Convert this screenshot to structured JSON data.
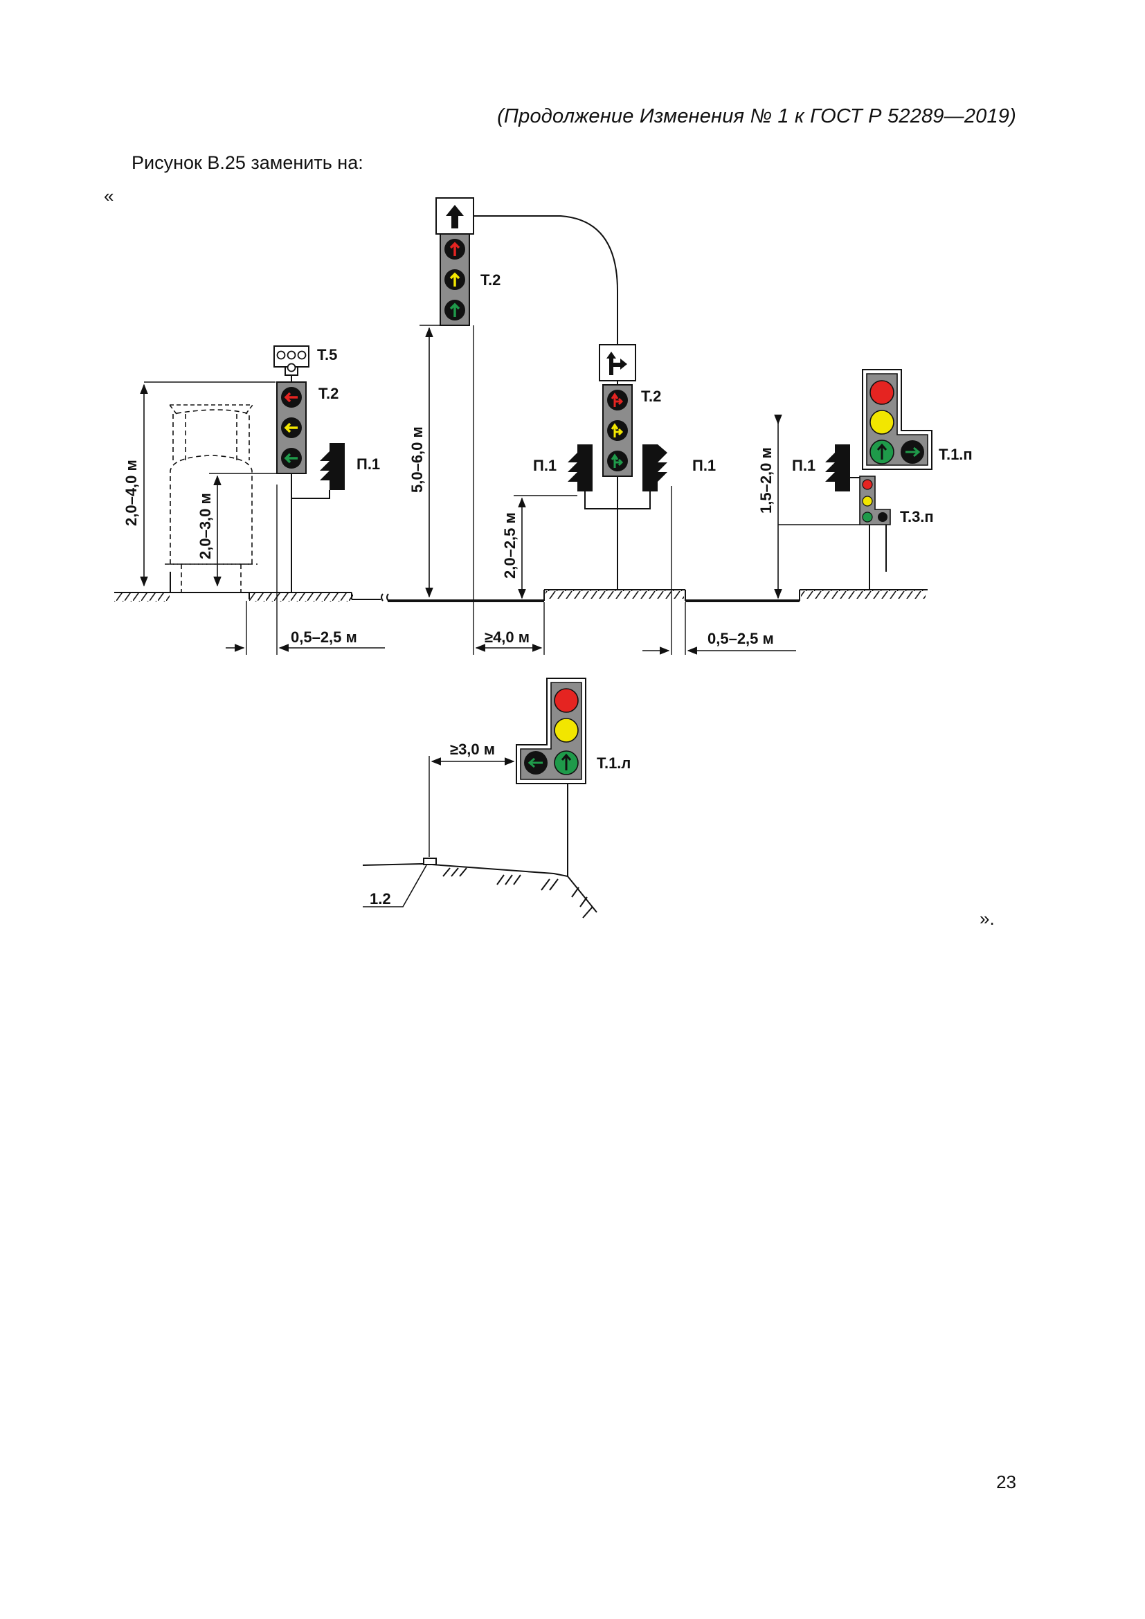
{
  "header": {
    "continuation": "(Продолжение Изменения № 1 к ГОСТ Р 52289—2019)"
  },
  "intro": {
    "text": "Рисунок В.25 заменить на:"
  },
  "quotes": {
    "open": "«",
    "close": "»."
  },
  "figure": {
    "labels": {
      "t5": "Т.5",
      "t2_left": "Т.2",
      "t2_top": "Т.2",
      "t2_mid": "Т.2",
      "p1_left": "П.1",
      "p1_mid_left": "П.1",
      "p1_mid_right": "П.1",
      "p1_right": "П.1",
      "t1p": "Т.1.п",
      "t3p": "Т.3.п",
      "t1l": "Т.1.л",
      "marking": "1.2"
    },
    "dimensions": {
      "h_2_4": "2,0–4,0 м",
      "h_2_3": "2,0–3,0 м",
      "h_5_6": "5,0–6,0 м",
      "h_2_25": "2,0–2,5 м",
      "h_15_2": "1,5–2,0 м",
      "w_05_25_left": "0,5–2,5 м",
      "w_4": "≥4,0 м",
      "w_05_25_right": "0,5–2,5 м",
      "w_3": "≥3,0 м"
    },
    "colors": {
      "red": "#e52421",
      "yellow": "#f2e600",
      "green": "#1f9a4a",
      "housing": "#8c8c8c"
    }
  },
  "page": {
    "number": "23"
  }
}
